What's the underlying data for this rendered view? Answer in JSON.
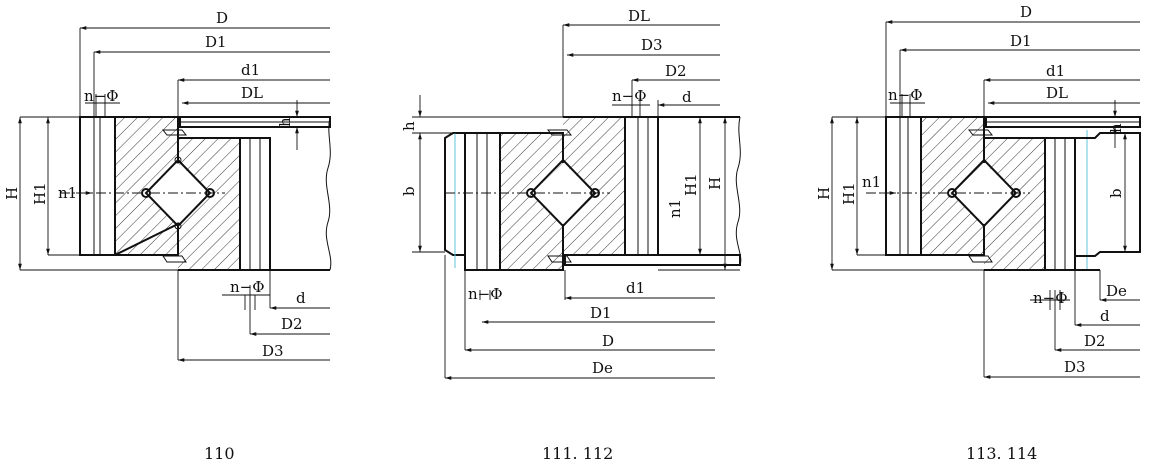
{
  "figures": [
    {
      "caption": "110",
      "labels": {
        "D": "D",
        "D1": "D1",
        "d1": "d1",
        "DL": "DL",
        "n_phi_top": "n−Φ",
        "h": "h",
        "n1": "n1",
        "H": "H",
        "H1": "H1",
        "n_phi_bottom": "n−Φ",
        "d": "d",
        "D2": "D2",
        "D3": "D3"
      }
    },
    {
      "caption": "111. 112",
      "labels": {
        "DL": "DL",
        "D3": "D3",
        "D2": "D2",
        "n_phi_top": "n−Φ",
        "d": "d",
        "h": "h",
        "b": "b",
        "H1": "H1",
        "H": "H",
        "n1": "n1",
        "n_phi_bottom": "n−Φ",
        "d1": "d1",
        "D1": "D1",
        "D": "D",
        "De": "De"
      }
    },
    {
      "caption": "113. 114",
      "labels": {
        "D": "D",
        "D1": "D1",
        "d1": "d1",
        "DL": "DL",
        "n_phi_top": "n−Φ",
        "h": "h",
        "n1": "n1",
        "H": "H",
        "H1": "H1",
        "b": "b",
        "n_phi_bottom": "n−Φ",
        "De": "De",
        "d": "d",
        "D2": "D2",
        "D3": "D3"
      }
    }
  ]
}
